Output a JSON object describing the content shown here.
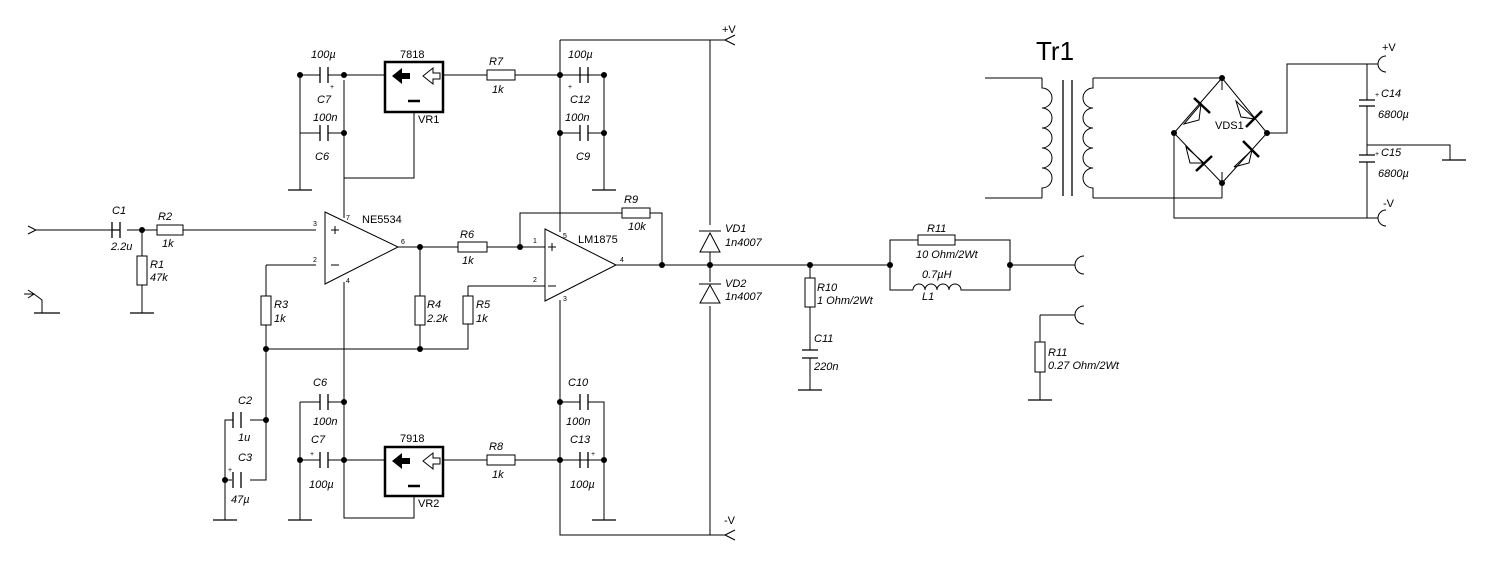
{
  "diagram": {
    "opamp1": {
      "name": "NE5534",
      "pins": [
        "3",
        "2",
        "6",
        "7",
        "4"
      ]
    },
    "opamp2": {
      "name": "LM1875",
      "pins": [
        "1",
        "2",
        "4",
        "5",
        "3"
      ]
    },
    "regulators": [
      {
        "part": "7818",
        "ref": "VR1"
      },
      {
        "part": "7918",
        "ref": "VR2"
      }
    ],
    "resistors": [
      {
        "ref": "R1",
        "value": "47k"
      },
      {
        "ref": "R2",
        "value": "1k"
      },
      {
        "ref": "R3",
        "value": "1k"
      },
      {
        "ref": "R4",
        "value": "2.2k"
      },
      {
        "ref": "R5",
        "value": "1k"
      },
      {
        "ref": "R6",
        "value": "1k"
      },
      {
        "ref": "R7",
        "value": "1k"
      },
      {
        "ref": "R8",
        "value": "1k"
      },
      {
        "ref": "R9",
        "value": "10k"
      },
      {
        "ref": "R10",
        "value": "1 Ohm/2Wt"
      },
      {
        "ref": "R11",
        "value": "10 Ohm/2Wt"
      },
      {
        "ref": "R11",
        "value": "0.27 Ohm/2Wt"
      }
    ],
    "capacitors": [
      {
        "ref": "C1",
        "value": "2.2u"
      },
      {
        "ref": "C2",
        "value": "1u"
      },
      {
        "ref": "C3",
        "value": "47µ"
      },
      {
        "ref": "C6",
        "value": "100n"
      },
      {
        "ref": "C7",
        "value": "100µ"
      },
      {
        "ref": "C6",
        "value": "100n"
      },
      {
        "ref": "C7",
        "value": "100µ"
      },
      {
        "ref": "C9",
        "value": "100n"
      },
      {
        "ref": "C12",
        "value": "100µ"
      },
      {
        "ref": "C10",
        "value": "100n"
      },
      {
        "ref": "C13",
        "value": "100µ"
      },
      {
        "ref": "C11",
        "value": "220n"
      },
      {
        "ref": "C14",
        "value": "6800µ"
      },
      {
        "ref": "C15",
        "value": "6800µ"
      }
    ],
    "diodes": [
      {
        "ref": "VD1",
        "value": "1n4007"
      },
      {
        "ref": "VD2",
        "value": "1n4007"
      }
    ],
    "inductor": {
      "ref": "L1",
      "value": "0.7µH"
    },
    "bridge": {
      "ref": "VDS1"
    },
    "transformer": {
      "ref": "Tr1"
    },
    "rails": {
      "pos": "+V",
      "neg": "-V"
    },
    "plus_sign": "+"
  }
}
